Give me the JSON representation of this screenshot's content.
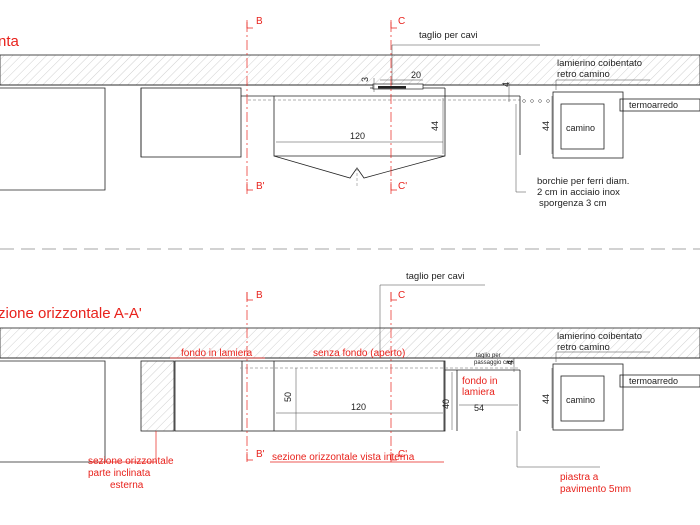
{
  "top_view": {
    "title": "nta",
    "section_marks": {
      "b": "B",
      "c": "C",
      "b_prime": "B'",
      "c_prime": "C'"
    },
    "labels": {
      "cable_cut": "taglio per cavi",
      "sheet_label_line1": "lamierino coibentato",
      "sheet_label_line2": "retro camino",
      "heater": "termoarredo",
      "fireplace": "camino",
      "bolts_line1": "borchie per ferri diam.",
      "bolts_line2": "2 cm in acciaio inox",
      "bolts_line3": "sporgenza 3 cm"
    },
    "dimensions": {
      "d3": "3",
      "d20": "20",
      "d4": "4",
      "d44": "44",
      "d120": "120",
      "d44_fire": "44"
    }
  },
  "bottom_view": {
    "title": "zione orizzontale A-A'",
    "section_marks": {
      "b": "B",
      "c": "C",
      "b_prime": "B'",
      "c_prime": "C'"
    },
    "labels": {
      "cable_cut": "taglio per cavi",
      "sheet_label_line1": "lamierino coibentato",
      "sheet_label_line2": "retro camino",
      "heater": "termoarredo",
      "fireplace": "camino",
      "sheet_bottom": "fondo in lamiera",
      "no_bottom": "senza fondo (aperto)",
      "cable_pass_line1": "taglio per",
      "cable_pass_line2": "passaggio cavi",
      "sheet_bottom_right_line1": "fondo in",
      "sheet_bottom_right_line2": "lamiera",
      "inclined_line1": "sezione orizzontale",
      "inclined_line2": "parte inclinata",
      "inclined_line3": "esterna",
      "internal_view": "sezione orizzontale vista interna",
      "plate_line1": "piastra a",
      "plate_line2": "pavimento 5mm"
    },
    "dimensions": {
      "d50": "50",
      "d120": "120",
      "d40": "40",
      "d54": "54",
      "d4": "4",
      "d44_fire": "44"
    }
  }
}
